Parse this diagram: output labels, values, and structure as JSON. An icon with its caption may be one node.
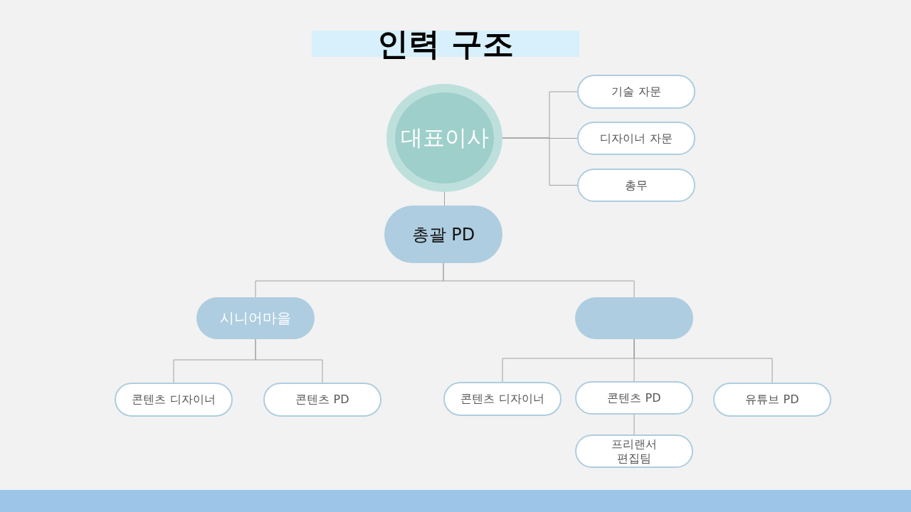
{
  "diagram": {
    "title": "인력 구조",
    "nodes": [
      {
        "text": [
          "대표이사"
        ]
      },
      {
        "text": [
          "기술 자문"
        ]
      },
      {
        "text": [
          "디자이너 자문"
        ]
      },
      {
        "text": [
          "총무"
        ]
      },
      {
        "text": [
          "총괄 PD"
        ]
      },
      {
        "text": [
          "시니어마을"
        ]
      },
      {
        "text": [],
        "shape": "box"
      },
      {
        "text": [
          "콘텐츠 디자이너"
        ]
      },
      {
        "text": [
          "콘텐츠 PD"
        ]
      },
      {
        "text": [
          "콘텐츠 디자이너"
        ]
      },
      {
        "text": [
          "콘텐츠 PD"
        ]
      },
      {
        "text": [
          "유튜브 PD"
        ]
      },
      {
        "text": [
          "프리랜서 편집팀"
        ]
      }
    ],
    "edges": [
      {
        "from": 0,
        "to": 1,
        "arrow": "none"
      },
      {
        "from": 0,
        "to": 2,
        "arrow": "none"
      },
      {
        "from": 0,
        "to": 3,
        "arrow": "none"
      },
      {
        "from": 0,
        "to": 4,
        "arrow": "none"
      },
      {
        "from": 4,
        "to": 5,
        "arrow": "none"
      },
      {
        "from": 4,
        "to": 6,
        "arrow": "none"
      },
      {
        "from": 5,
        "to": 7,
        "arrow": "none"
      },
      {
        "from": 5,
        "to": 8,
        "arrow": "none"
      },
      {
        "from": 6,
        "to": 9,
        "arrow": "none"
      },
      {
        "from": 6,
        "to": 10,
        "arrow": "none"
      },
      {
        "from": 6,
        "to": 11,
        "arrow": "none"
      },
      {
        "from": 10,
        "to": 12,
        "arrow": "none"
      }
    ]
  }
}
